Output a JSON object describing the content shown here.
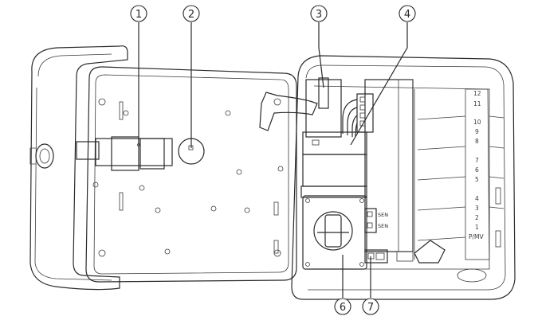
{
  "callouts": [
    {
      "id": "1",
      "label": "1"
    },
    {
      "id": "2",
      "label": "2"
    },
    {
      "id": "3",
      "label": "3"
    },
    {
      "id": "4",
      "label": "4"
    },
    {
      "id": "6",
      "label": "6"
    },
    {
      "id": "7",
      "label": "7"
    }
  ],
  "terminal_labels": {
    "sen_1": "SEN",
    "sen_2": "SEN"
  },
  "zone_numbers": [
    "12",
    "11",
    "10",
    "9",
    "8",
    "7",
    "6",
    "5",
    "4",
    "3",
    "2",
    "1",
    "P/MV"
  ],
  "colors": {
    "line": "#2a2a2a",
    "housing_fill": "#ffffff",
    "module_fill": "#e8e8e8",
    "cover_fill": "#5a5a5a",
    "shadow_fill": "#cfcfcf"
  }
}
